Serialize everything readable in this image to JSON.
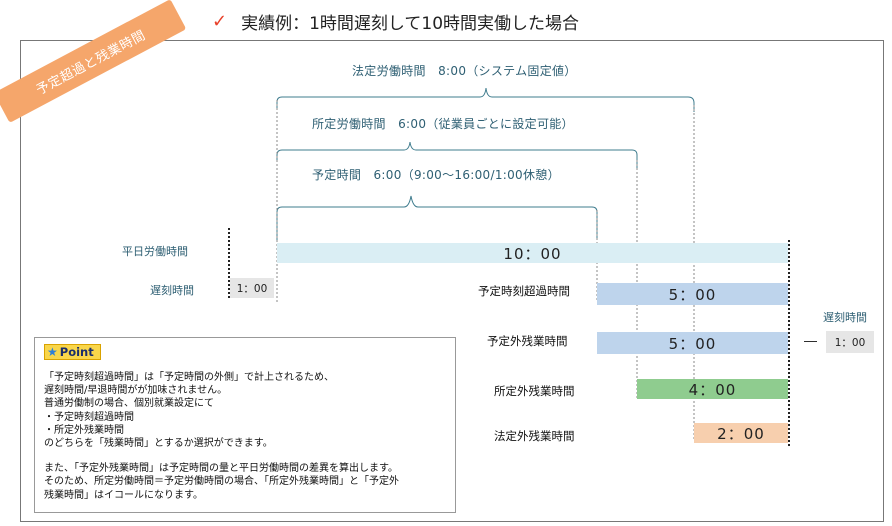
{
  "title": {
    "check_icon": "✓",
    "text": "実績例：1時間遅刻して10時間実働した場合",
    "check_color": "#e8412a"
  },
  "ribbon": {
    "text": "予定超過と残業時間",
    "color": "#f5a66b"
  },
  "braces": {
    "legal": "法定労働時間　8:00（システム固定値）",
    "prescribed": "所定労働時間　6:00（従業員ごとに設定可能）",
    "scheduled": "予定時間　6:00（9:00～16:00/1:00休憩）"
  },
  "rows": {
    "weekday": {
      "label": "平日労働時間",
      "value": "10：00"
    },
    "late": {
      "label": "遅刻時間",
      "value": "1：00"
    },
    "over_schedule": {
      "label": "予定時刻超過時間",
      "value": "5：00"
    },
    "outside_schedule": {
      "label": "予定外残業時間",
      "value": "5：00"
    },
    "outside_prescribed": {
      "label": "所定外残業時間",
      "value": "4：00"
    },
    "outside_legal": {
      "label": "法定外残業時間",
      "value": "2：00"
    }
  },
  "late_side": {
    "label": "遅刻時間",
    "dash": "―",
    "value": "1：00"
  },
  "point": {
    "badge": "Point",
    "star_icon": "★",
    "lines": [
      "「予定時刻超過時間」は「予定時間の外側」で計上されるため、",
      "遅刻時間/早退時間がが加味されません。",
      "普通労働制の場合、個別就業設定にて",
      "・予定時刻超過時間",
      "・所定外残業時間",
      "のどちらを「残業時間」とするか選択ができます。"
    ],
    "lines2": [
      "また、「予定外残業時間」は予定時間の量と平日労働時間の差異を算出します。",
      "そのため、所定労働時間＝予定労働時間の場合、「所定外残業時間」と「予定外",
      "残業時間」はイコールになります。"
    ]
  },
  "colors": {
    "weekday_bar": "#daeef4",
    "blue_bar": "#bed4ec",
    "green_bar": "#8fcc8f",
    "peach_bar": "#f7cfae",
    "brace": "#3f7c8e"
  }
}
